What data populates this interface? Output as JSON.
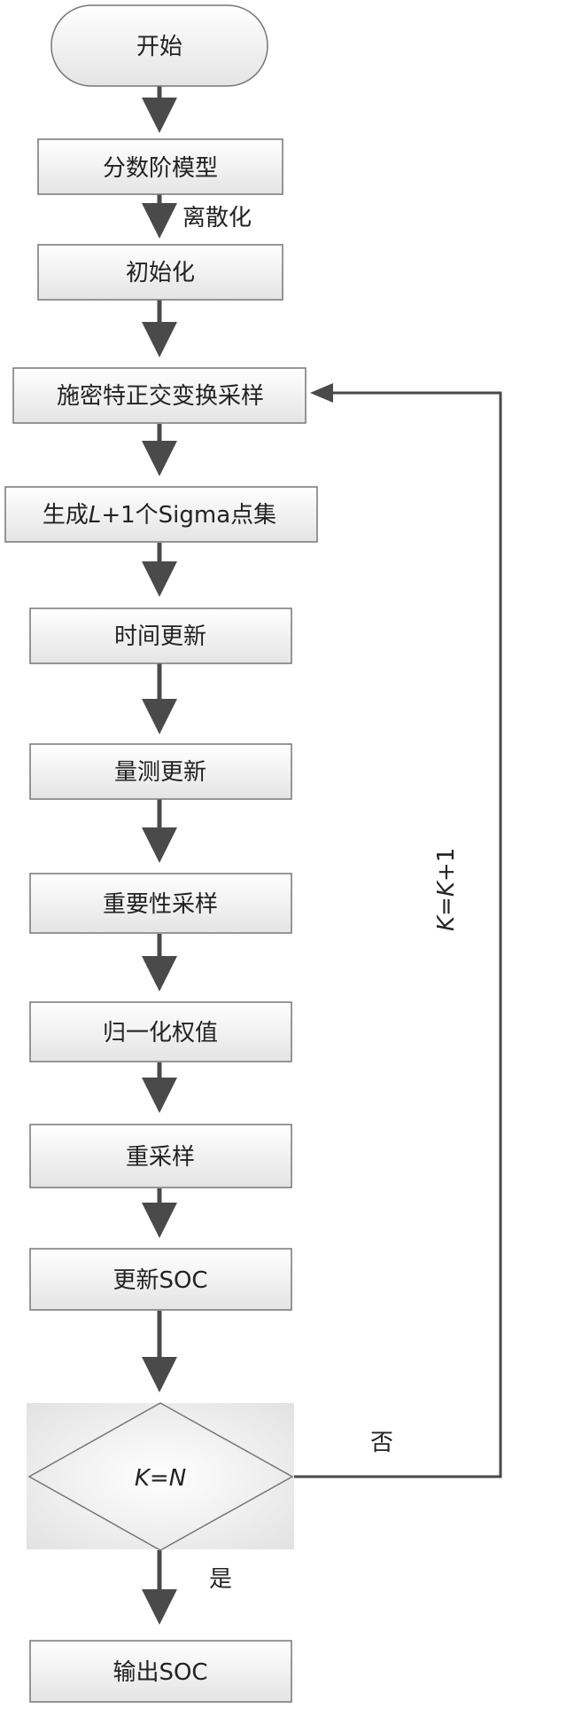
{
  "nodes": {
    "start": "开始",
    "model": "分数阶模型",
    "init": "初始化",
    "hermite": "施密特正交变换采样",
    "sigma_pre": "生成",
    "sigma_L": "L",
    "sigma_post": "+1个Sigma点集",
    "time_update": "时间更新",
    "meas_update": "量测更新",
    "importance": "重要性采样",
    "normalize": "归一化权值",
    "resample": "重采样",
    "update_soc": "更新SOC",
    "decision_k": "K",
    "decision_eq": "=",
    "decision_n": "N",
    "output": "输出SOC"
  },
  "edge_labels": {
    "discretize": "离散化",
    "no": "否",
    "yes": "是",
    "loop_k1": "K",
    "loop_eq": "=",
    "loop_k2": "K",
    "loop_plus": "+1"
  },
  "colors": {
    "box_fill_top": "#ffffff",
    "box_fill_bottom": "#e6e6e6",
    "stroke": "#555555",
    "arrow": "#4a4a4a"
  }
}
